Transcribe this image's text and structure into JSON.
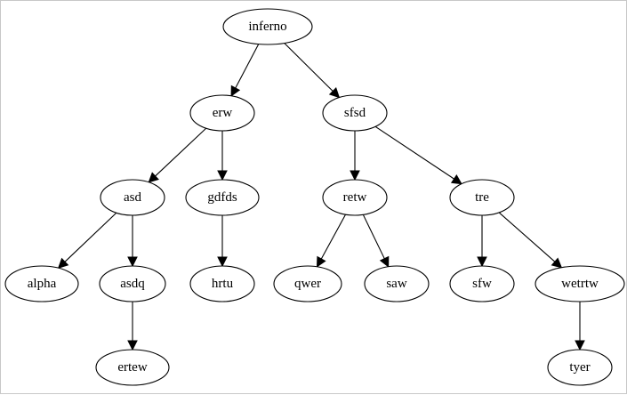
{
  "diagram": {
    "type": "tree",
    "nodes": [
      {
        "id": "inferno",
        "label": "inferno"
      },
      {
        "id": "erw",
        "label": "erw"
      },
      {
        "id": "sfsd",
        "label": "sfsd"
      },
      {
        "id": "asd",
        "label": "asd"
      },
      {
        "id": "gdfds",
        "label": "gdfds"
      },
      {
        "id": "retw",
        "label": "retw"
      },
      {
        "id": "tre",
        "label": "tre"
      },
      {
        "id": "alpha",
        "label": "alpha"
      },
      {
        "id": "asdq",
        "label": "asdq"
      },
      {
        "id": "hrtu",
        "label": "hrtu"
      },
      {
        "id": "qwer",
        "label": "qwer"
      },
      {
        "id": "saw",
        "label": "saw"
      },
      {
        "id": "sfw",
        "label": "sfw"
      },
      {
        "id": "wetrtw",
        "label": "wetrtw"
      },
      {
        "id": "ertew",
        "label": "ertew"
      },
      {
        "id": "tyer",
        "label": "tyer"
      }
    ],
    "edges": [
      {
        "from": "inferno",
        "to": "erw"
      },
      {
        "from": "inferno",
        "to": "sfsd"
      },
      {
        "from": "erw",
        "to": "asd"
      },
      {
        "from": "erw",
        "to": "gdfds"
      },
      {
        "from": "sfsd",
        "to": "retw"
      },
      {
        "from": "sfsd",
        "to": "tre"
      },
      {
        "from": "asd",
        "to": "alpha"
      },
      {
        "from": "asd",
        "to": "asdq"
      },
      {
        "from": "gdfds",
        "to": "hrtu"
      },
      {
        "from": "retw",
        "to": "qwer"
      },
      {
        "from": "retw",
        "to": "saw"
      },
      {
        "from": "tre",
        "to": "sfw"
      },
      {
        "from": "tre",
        "to": "wetrtw"
      },
      {
        "from": "asdq",
        "to": "ertew"
      },
      {
        "from": "wetrtw",
        "to": "tyer"
      }
    ]
  }
}
